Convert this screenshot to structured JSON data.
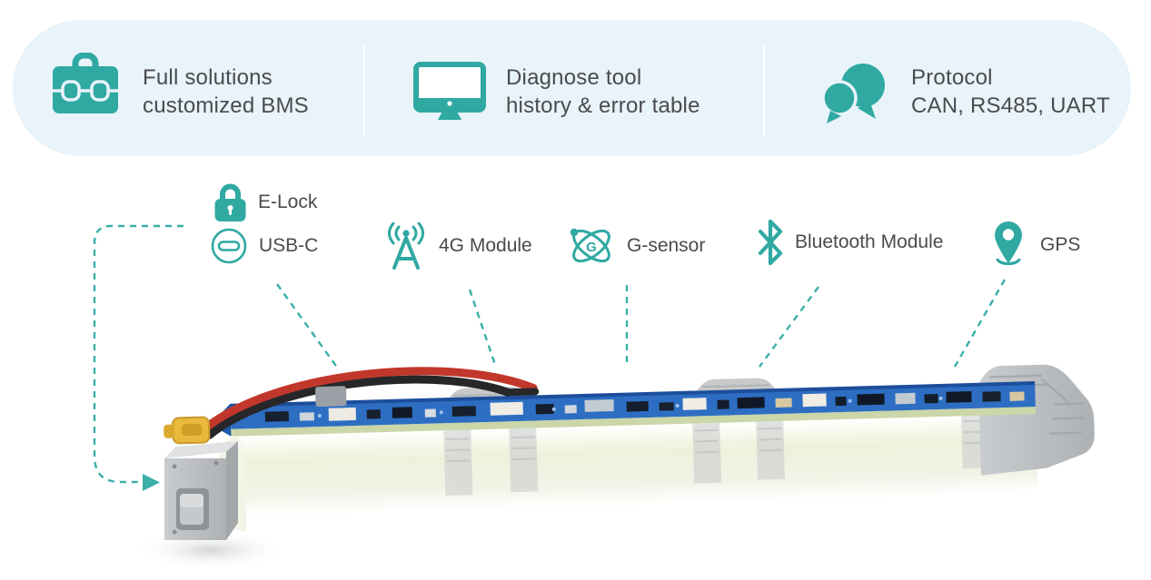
{
  "colors": {
    "teal": "#2fa9a2",
    "dash_teal": "#3aafa8",
    "banner_bg": "#e8f3fa",
    "text_gray": "#4a4b4d",
    "pcb_blue": "#2d6ec3",
    "pcb_edge_green": "#cbd6a9",
    "cell_body": "#eef2de",
    "bracket_gray": "#c3c6c8",
    "wire_red": "#c2372b",
    "wire_black": "#27272a",
    "connector_yellow": "#e9b93e"
  },
  "banner": {
    "items": [
      {
        "icon": "briefcase-icon",
        "line1": "Full solutions",
        "line2": "customized BMS"
      },
      {
        "icon": "monitor-icon",
        "line1": "Diagnose tool",
        "line2": "history & error table"
      },
      {
        "icon": "chat-bubbles-icon",
        "line1": "Protocol",
        "line2": "CAN, RS485, UART"
      }
    ]
  },
  "callouts": {
    "items": [
      {
        "icon": "lock-icon",
        "label": "E-Lock"
      },
      {
        "icon": "usb-c-icon",
        "label": "USB-C"
      },
      {
        "icon": "antenna-4g-icon",
        "label": "4G Module"
      },
      {
        "icon": "g-sensor-icon",
        "label": "G-sensor"
      },
      {
        "icon": "bluetooth-icon",
        "label": "Bluetooth Module"
      },
      {
        "icon": "gps-pin-icon",
        "label": "GPS"
      }
    ]
  },
  "glyphs": {
    "g_sensor_letter": "G"
  }
}
